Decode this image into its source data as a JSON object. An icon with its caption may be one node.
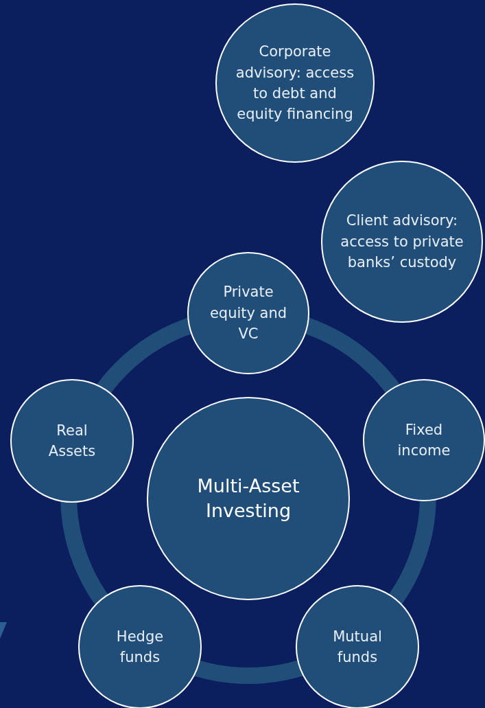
{
  "diagram": {
    "nodes": [
      {
        "text": [
          "Corporate advisory: access to debt and equity financing"
        ]
      },
      {
        "text": [
          "Client advisory: access to private banks’ custody"
        ]
      },
      {
        "text": [
          "Private equity and VC"
        ]
      },
      {
        "text": [
          "Real Assets"
        ]
      },
      {
        "text": [
          "Fixed income"
        ]
      },
      {
        "text": [
          "Multi-Asset Investing"
        ]
      },
      {
        "text": [
          "Hedge funds"
        ]
      },
      {
        "text": [
          "Mutual funds"
        ]
      }
    ]
  }
}
